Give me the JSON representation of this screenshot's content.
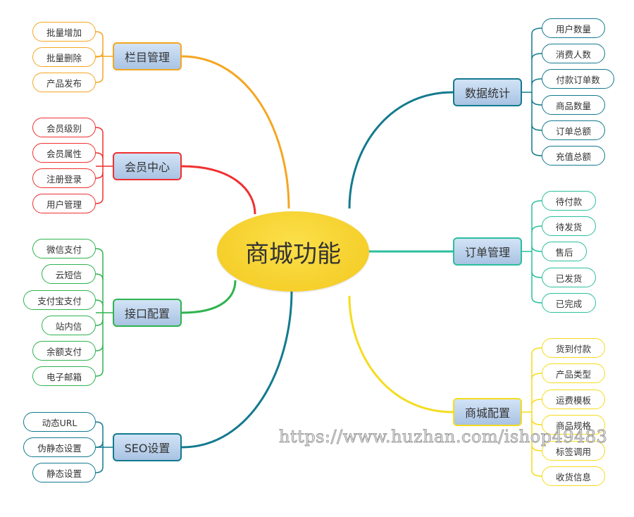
{
  "center": {
    "label": "商城功能",
    "color": "#f5d02a"
  },
  "branches": [
    {
      "label": "栏目管理",
      "side": "left",
      "color": "#f5a623",
      "leaves": [
        "批量增加",
        "批量删除",
        "产品发布"
      ]
    },
    {
      "label": "会员中心",
      "side": "left",
      "color": "#f03030",
      "leaves": [
        "会员级别",
        "会员属性",
        "注册登录",
        "用户管理"
      ]
    },
    {
      "label": "接口配置",
      "side": "left",
      "color": "#2fb350",
      "leaves": [
        "微信支付",
        "云短信",
        "支付宝支付",
        "站内信",
        "余额支付",
        "电子邮箱"
      ]
    },
    {
      "label": "SEO设置",
      "side": "left",
      "color": "#137a8e",
      "leaves": [
        "动态URL",
        "伪静态设置",
        "静态设置"
      ]
    },
    {
      "label": "数据统计",
      "side": "right",
      "color": "#137a8e",
      "leaves": [
        "用户数量",
        "消费人数",
        "付款订单数",
        "商品数量",
        "订单总额",
        "充值总额"
      ]
    },
    {
      "label": "订单管理",
      "side": "right",
      "color": "#2cbf9e",
      "leaves": [
        "待付款",
        "待发货",
        "售后",
        "已发货",
        "已完成"
      ]
    },
    {
      "label": "商城配置",
      "side": "right",
      "color": "#f5dc1e",
      "leaves": [
        "货到付款",
        "产品类型",
        "运费模板",
        "商品规格",
        "标签调用",
        "收货信息"
      ]
    }
  ],
  "watermark": "https://www.huzhan.com/ishop49483"
}
